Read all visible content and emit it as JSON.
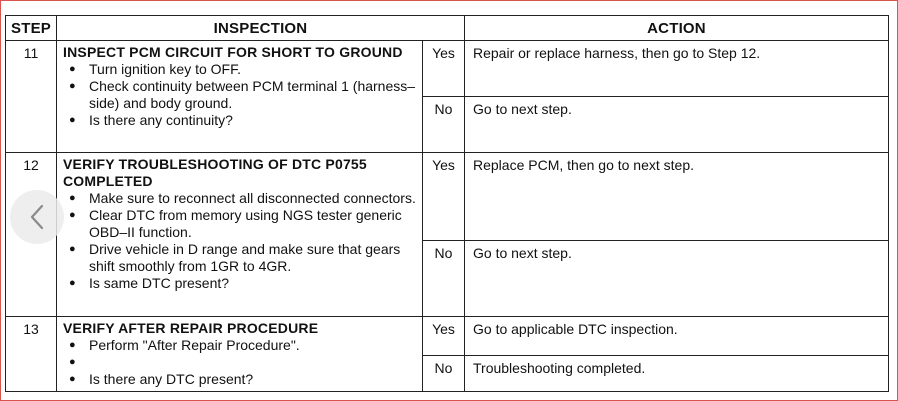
{
  "table": {
    "headers": {
      "step": "STEP",
      "inspection": "INSPECTION",
      "action": "ACTION"
    },
    "rows": [
      {
        "step": "11",
        "title": "INSPECT PCM CIRCUIT FOR SHORT TO GROUND",
        "bullets": [
          "Turn ignition key to OFF.",
          "Check continuity between PCM terminal 1 (harness–side) and body ground.",
          "Is there any continuity?"
        ],
        "yes_label": "Yes",
        "yes_action": "Repair or replace harness, then go to Step 12.",
        "no_label": "No",
        "no_action": "Go to next step."
      },
      {
        "step": "12",
        "title": "VERIFY TROUBLESHOOTING OF DTC P0755 COMPLETED",
        "bullets": [
          "Make sure to reconnect all disconnected connectors.",
          "Clear DTC from memory using NGS tester generic OBD–II function.",
          "Drive vehicle in D range and make sure that gears shift smoothly from 1GR to 4GR.",
          "Is same DTC present?"
        ],
        "yes_label": "Yes",
        "yes_action": "Replace PCM, then go to next step.",
        "no_label": "No",
        "no_action": "Go to next step."
      },
      {
        "step": "13",
        "title": "VERIFY AFTER REPAIR PROCEDURE",
        "bullets": [
          "Perform \"After Repair Procedure\".",
          "Is there any DTC present?"
        ],
        "yes_label": "Yes",
        "yes_action": "Go to applicable DTC inspection.",
        "no_label": "No",
        "no_action": "Troubleshooting completed."
      }
    ]
  },
  "nav": {
    "prev_icon": "chevron-left-icon"
  }
}
